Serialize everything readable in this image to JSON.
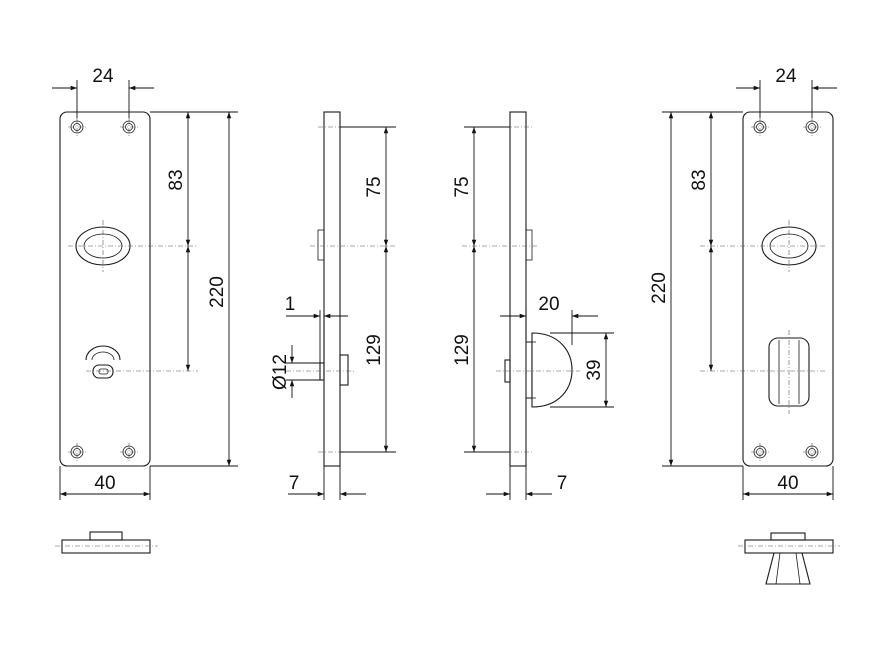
{
  "colors": {
    "line": "#1a1a1a",
    "background": "#ffffff"
  },
  "dimensions": {
    "front_left": {
      "hole_spacing": "24",
      "upper_to_cylinder": "83",
      "total_height": "220",
      "width": "40"
    },
    "side_left": {
      "upper_to_cylinder": "75",
      "cylinder_to_lower": "129",
      "offset": "1",
      "diameter": "Ø12",
      "thickness": "7"
    },
    "side_right": {
      "upper_to_cylinder": "75",
      "cylinder_to_lower": "129",
      "projection": "20",
      "knob_height": "39",
      "thickness": "7"
    },
    "front_right": {
      "hole_spacing": "24",
      "upper_to_cylinder": "83",
      "total_height": "220",
      "width": "40"
    }
  }
}
